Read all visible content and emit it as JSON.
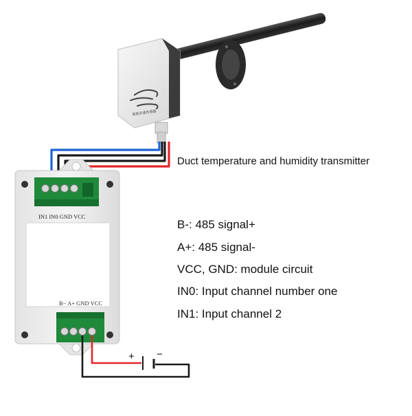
{
  "transmitter": {
    "label": "Duct temperature and humidity transmitter",
    "logo_text": "智能风速传感器"
  },
  "module": {
    "top_terminals": "IN1 IN0 GND VCC",
    "bottom_terminals": "B−  A+ GND VCC"
  },
  "legend": [
    {
      "text": "B-: 485 signal+"
    },
    {
      "text": "A+: 485 signal-"
    },
    {
      "text": "VCC, GND: module circuit"
    },
    {
      "text": "IN0: Input channel number one"
    },
    {
      "text": "IN1: Input channel 2"
    }
  ],
  "power": {
    "plus": "+",
    "minus": "−"
  },
  "colors": {
    "wire_red": "#e3262a",
    "wire_blue": "#1d63d6",
    "wire_black": "#1a1a1a",
    "terminal_green": "#1f8a3a",
    "enclosure": "#ececec"
  }
}
